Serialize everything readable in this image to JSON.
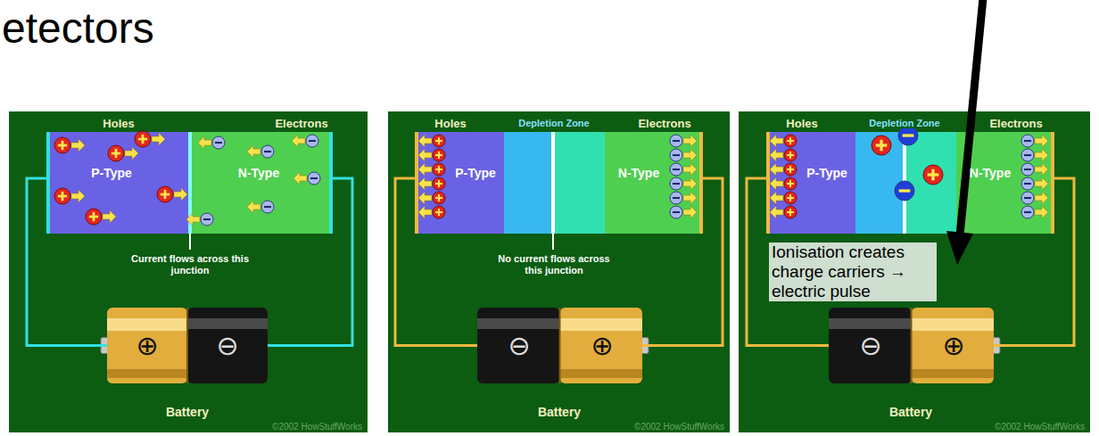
{
  "diagram": {
    "title": "etectors",
    "nodes": [
      {
        "text": [
          "P-Type"
        ]
      },
      {
        "text": [
          "N-Type"
        ]
      },
      {
        "text": [
          "⊕",
          "⊖",
          "Battery"
        ]
      },
      {
        "text": [
          "P-Type"
        ]
      },
      {
        "text": [
          "N-Type"
        ]
      },
      {
        "text": [
          "⊖",
          "⊕",
          "Battery"
        ]
      },
      {
        "text": [
          "P-Type"
        ]
      },
      {
        "text": [
          "N-Type"
        ]
      },
      {
        "text": [
          "⊖",
          "⊕",
          "Battery"
        ]
      }
    ],
    "edges": [
      {
        "from": 2,
        "to": 0,
        "arrow": "none"
      },
      {
        "from": 2,
        "to": 1,
        "arrow": "none"
      },
      {
        "from": 5,
        "to": 3,
        "arrow": "none"
      },
      {
        "from": 5,
        "to": 4,
        "arrow": "none"
      },
      {
        "from": 8,
        "to": 6,
        "arrow": "none"
      },
      {
        "from": 8,
        "to": 7,
        "arrow": "none"
      }
    ],
    "labels": [
      "Holes",
      "Electrons",
      "Current flows across this junction",
      "©2002 HowStuffWorks",
      "Holes",
      "Depletion Zone",
      "Electrons",
      "No current flows across this junction",
      "©2002 HowStuffWorks",
      "Holes",
      "Depletion Zone",
      "Electrons",
      "Ionisation creates charge carriers → electric pulse",
      "©2002 HowStuffWorks"
    ]
  }
}
